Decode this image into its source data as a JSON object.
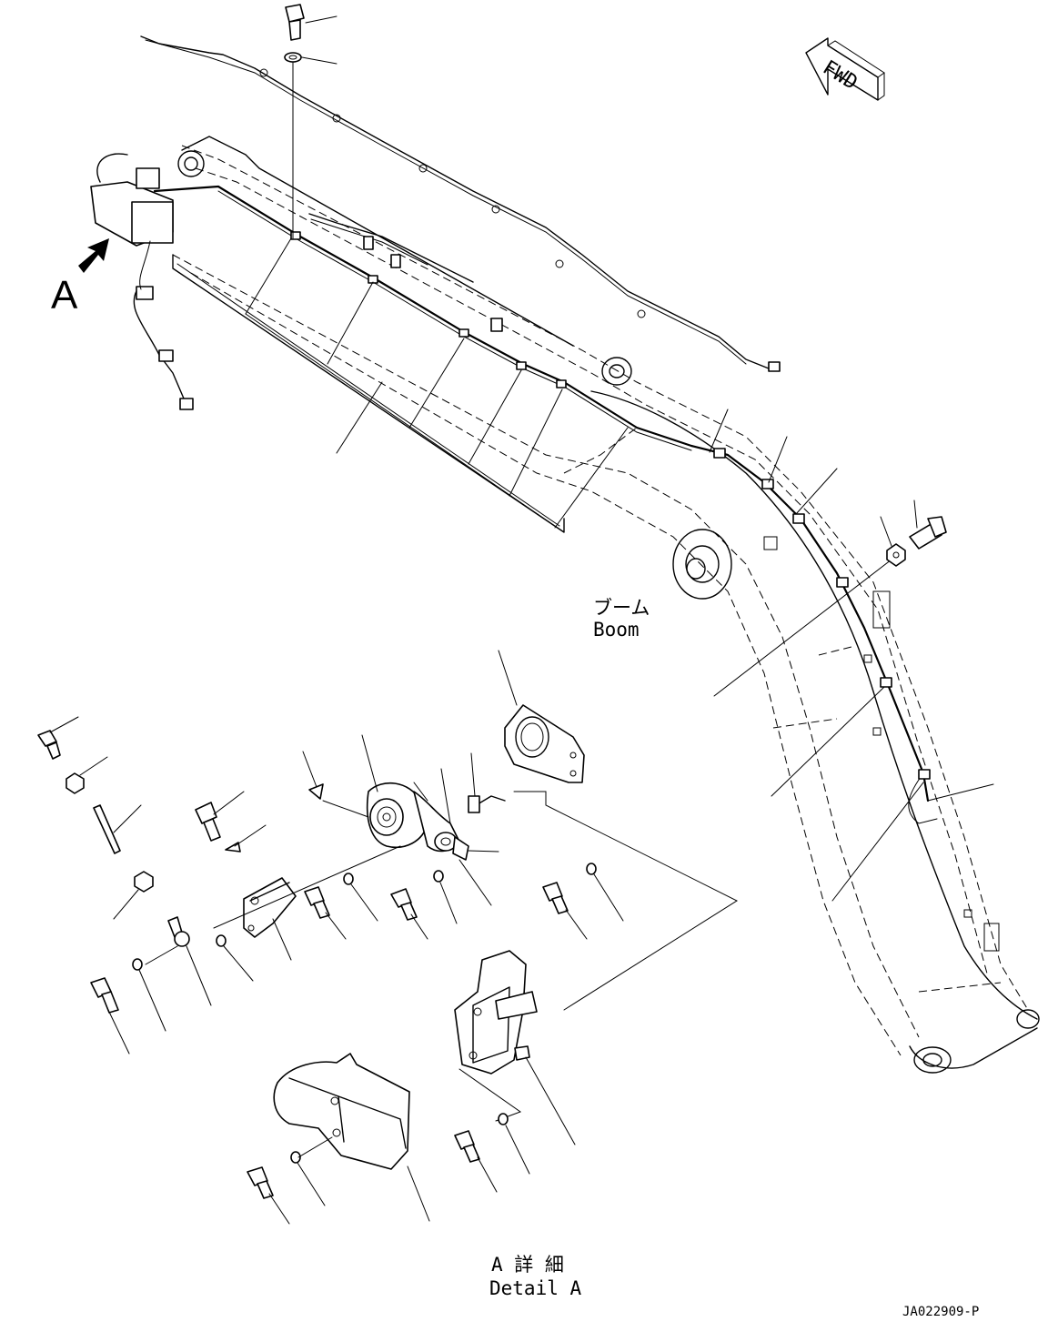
{
  "labels": {
    "view_marker": "A",
    "fwd": "FWD",
    "boom_jp": "ブーム",
    "boom_en": "Boom",
    "detail_jp": "A 詳 細",
    "detail_en": "Detail A",
    "drawing_code": "JA022909-P"
  },
  "icons": {
    "view_arrow": "view-direction-arrow-icon",
    "fwd_arrow": "forward-direction-arrow-icon"
  },
  "colors": {
    "line": "#000000",
    "background": "#ffffff"
  }
}
